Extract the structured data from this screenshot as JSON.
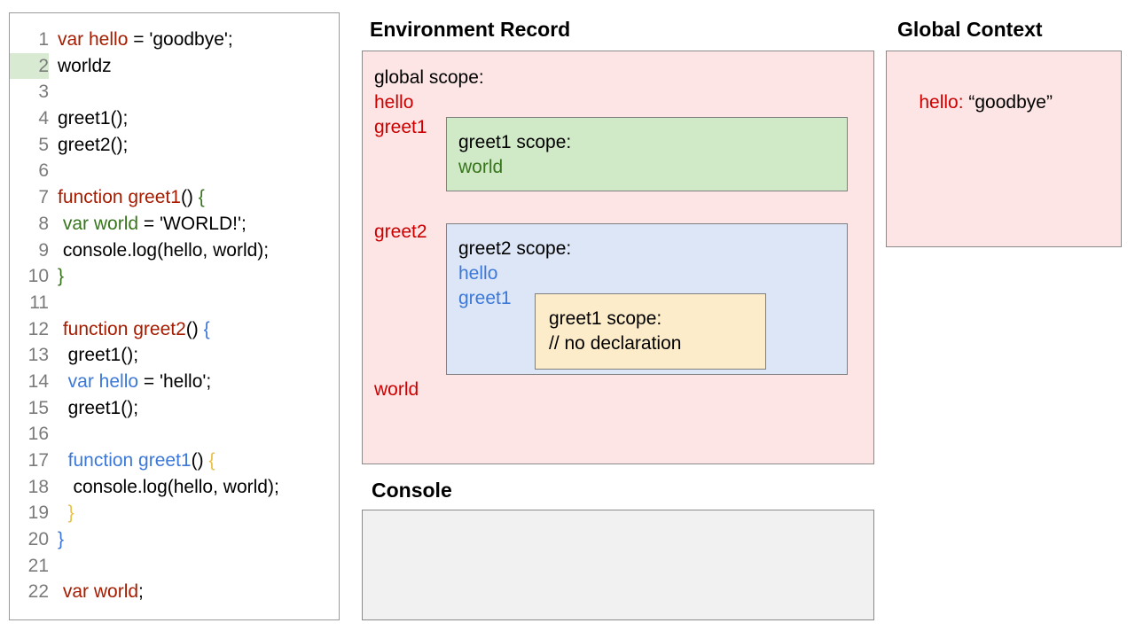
{
  "editor": {
    "highlighted_line": 2,
    "lines": [
      {
        "number": "1",
        "tokens": [
          {
            "t": "var hello",
            "c": "dkred"
          },
          {
            "t": " = 'goodbye';",
            "c": "black"
          }
        ]
      },
      {
        "number": "2",
        "tokens": [
          {
            "t": "worldz",
            "c": "black"
          }
        ]
      },
      {
        "number": "3",
        "tokens": [
          {
            "t": "",
            "c": "black"
          }
        ]
      },
      {
        "number": "4",
        "tokens": [
          {
            "t": "greet1();",
            "c": "black"
          }
        ]
      },
      {
        "number": "5",
        "tokens": [
          {
            "t": "greet2();",
            "c": "black"
          }
        ]
      },
      {
        "number": "6",
        "tokens": [
          {
            "t": "",
            "c": "black"
          }
        ]
      },
      {
        "number": "7",
        "tokens": [
          {
            "t": "function greet1",
            "c": "dkred"
          },
          {
            "t": "() ",
            "c": "black"
          },
          {
            "t": "{",
            "c": "green"
          }
        ]
      },
      {
        "number": "8",
        "tokens": [
          {
            "t": " ",
            "c": "black"
          },
          {
            "t": "var world",
            "c": "green"
          },
          {
            "t": " = 'WORLD!';",
            "c": "black"
          }
        ]
      },
      {
        "number": "9",
        "tokens": [
          {
            "t": " console.log(hello, world);",
            "c": "black"
          }
        ]
      },
      {
        "number": "10",
        "tokens": [
          {
            "t": "}",
            "c": "green"
          }
        ]
      },
      {
        "number": "11",
        "tokens": [
          {
            "t": "",
            "c": "black"
          }
        ]
      },
      {
        "number": "12",
        "tokens": [
          {
            "t": " ",
            "c": "black"
          },
          {
            "t": "function greet2",
            "c": "dkred"
          },
          {
            "t": "() ",
            "c": "black"
          },
          {
            "t": "{",
            "c": "blue"
          }
        ]
      },
      {
        "number": "13",
        "tokens": [
          {
            "t": "  greet1();",
            "c": "black"
          }
        ]
      },
      {
        "number": "14",
        "tokens": [
          {
            "t": "  ",
            "c": "black"
          },
          {
            "t": "var hello",
            "c": "blue"
          },
          {
            "t": " = 'hello';",
            "c": "black"
          }
        ]
      },
      {
        "number": "15",
        "tokens": [
          {
            "t": "  greet1();",
            "c": "black"
          }
        ]
      },
      {
        "number": "16",
        "tokens": [
          {
            "t": "",
            "c": "black"
          }
        ]
      },
      {
        "number": "17",
        "tokens": [
          {
            "t": "  ",
            "c": "black"
          },
          {
            "t": "function greet1",
            "c": "blue"
          },
          {
            "t": "() ",
            "c": "black"
          },
          {
            "t": "{",
            "c": "gold"
          }
        ]
      },
      {
        "number": "18",
        "tokens": [
          {
            "t": "   console.log(hello, world);",
            "c": "black"
          }
        ]
      },
      {
        "number": "19",
        "tokens": [
          {
            "t": "  ",
            "c": "black"
          },
          {
            "t": "}",
            "c": "gold"
          }
        ]
      },
      {
        "number": "20",
        "tokens": [
          {
            "t": "}",
            "c": "blue"
          }
        ]
      },
      {
        "number": "21",
        "tokens": [
          {
            "t": "",
            "c": "black"
          }
        ]
      },
      {
        "number": "22",
        "tokens": [
          {
            "t": " ",
            "c": "black"
          },
          {
            "t": "var world",
            "c": "dkred"
          },
          {
            "t": ";",
            "c": "black"
          }
        ]
      }
    ]
  },
  "environment_record": {
    "heading": "Environment Record",
    "global_scope": {
      "title": "global scope:",
      "bindings_above": [
        "hello",
        "greet1"
      ],
      "greet2_label": "greet2",
      "binding_below": "world"
    },
    "greet1_scope": {
      "title": "greet1 scope:",
      "bindings": [
        "world"
      ]
    },
    "greet2_scope": {
      "title": "greet2 scope:",
      "bindings": [
        "hello",
        "greet1"
      ],
      "inner_greet1_scope": {
        "title": "greet1 scope:",
        "note": "// no declaration"
      }
    }
  },
  "console": {
    "heading": "Console",
    "output": ""
  },
  "global_context": {
    "heading": "Global Context",
    "entries": [
      {
        "key": "hello:",
        "value": " “goodbye”"
      }
    ]
  },
  "colors": {
    "pink_panel": "#fce5e4",
    "green_scope": "#d0e9c6",
    "blue_scope": "#dce6f7",
    "yellow_scope": "#fcecc9",
    "console_bg": "#f1f1f1",
    "red_text": "#cc0000",
    "dark_red_text": "#a61c00",
    "green_text": "#38761d",
    "blue_text": "#3c78d8",
    "gold_text": "#e8c24a",
    "line_number": "#7b7b7b",
    "line_highlight": "#d9ead3"
  }
}
